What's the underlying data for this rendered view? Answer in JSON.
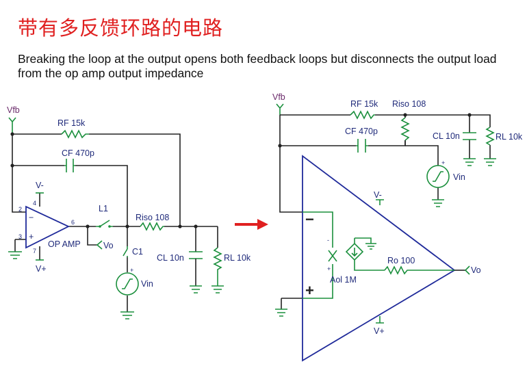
{
  "title": "带有多反馈环路的电路",
  "subtitle": "Breaking the loop at the output opens both feedback loops but disconnects the output load from the op amp output impedance",
  "left_circuit": {
    "vfb": "Vfb",
    "rf": "RF 15k",
    "cf": "CF 470p",
    "vminus": "V-",
    "vplus": "V+",
    "pin2": "2",
    "pin3": "3",
    "pin4": "4",
    "pin6": "6",
    "pin7": "7",
    "opamp": "OP AMP",
    "l1": "L1",
    "riso": "Riso 108",
    "c1": "C1",
    "vin": "Vin",
    "vo": "Vo",
    "cl": "CL 10n",
    "rl": "RL 10k"
  },
  "right_circuit": {
    "vfb": "Vfb",
    "rf": "RF 15k",
    "riso": "Riso 108",
    "cf": "CF 470p",
    "cl": "CL 10n",
    "rl": "RL 10k",
    "vin": "Vin",
    "vminus": "V-",
    "vplus": "V+",
    "minus_sign": "−",
    "plus_sign": "+",
    "aol": "Aol 1M",
    "ro": "Ro 100",
    "vo": "Vo"
  },
  "colors": {
    "title": "#e02020",
    "wire": "#222222",
    "component": "#1a8f3c",
    "label": "#1f2a7a",
    "arrow": "#e02020"
  }
}
